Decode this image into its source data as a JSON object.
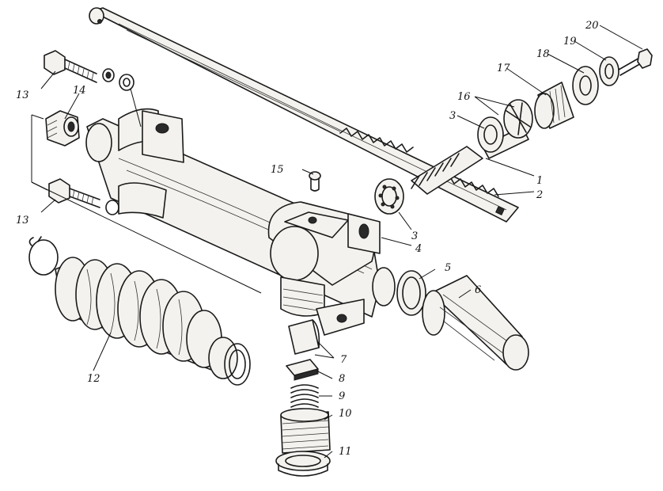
{
  "labels": [
    {
      "id": "1",
      "text": "1"
    },
    {
      "id": "2",
      "text": "2"
    },
    {
      "id": "3a",
      "text": "3"
    },
    {
      "id": "3b",
      "text": "3"
    },
    {
      "id": "4",
      "text": "4"
    },
    {
      "id": "5",
      "text": "5"
    },
    {
      "id": "6",
      "text": "6"
    },
    {
      "id": "7",
      "text": "7"
    },
    {
      "id": "8",
      "text": "8"
    },
    {
      "id": "9",
      "text": "9"
    },
    {
      "id": "10",
      "text": "10"
    },
    {
      "id": "11",
      "text": "11"
    },
    {
      "id": "12",
      "text": "12"
    },
    {
      "id": "13a",
      "text": "13"
    },
    {
      "id": "13b",
      "text": "13"
    },
    {
      "id": "14",
      "text": "14"
    },
    {
      "id": "15",
      "text": "15"
    },
    {
      "id": "16",
      "text": "16"
    },
    {
      "id": "17",
      "text": "17"
    },
    {
      "id": "18",
      "text": "18"
    },
    {
      "id": "19",
      "text": "19"
    },
    {
      "id": "20",
      "text": "20"
    }
  ]
}
